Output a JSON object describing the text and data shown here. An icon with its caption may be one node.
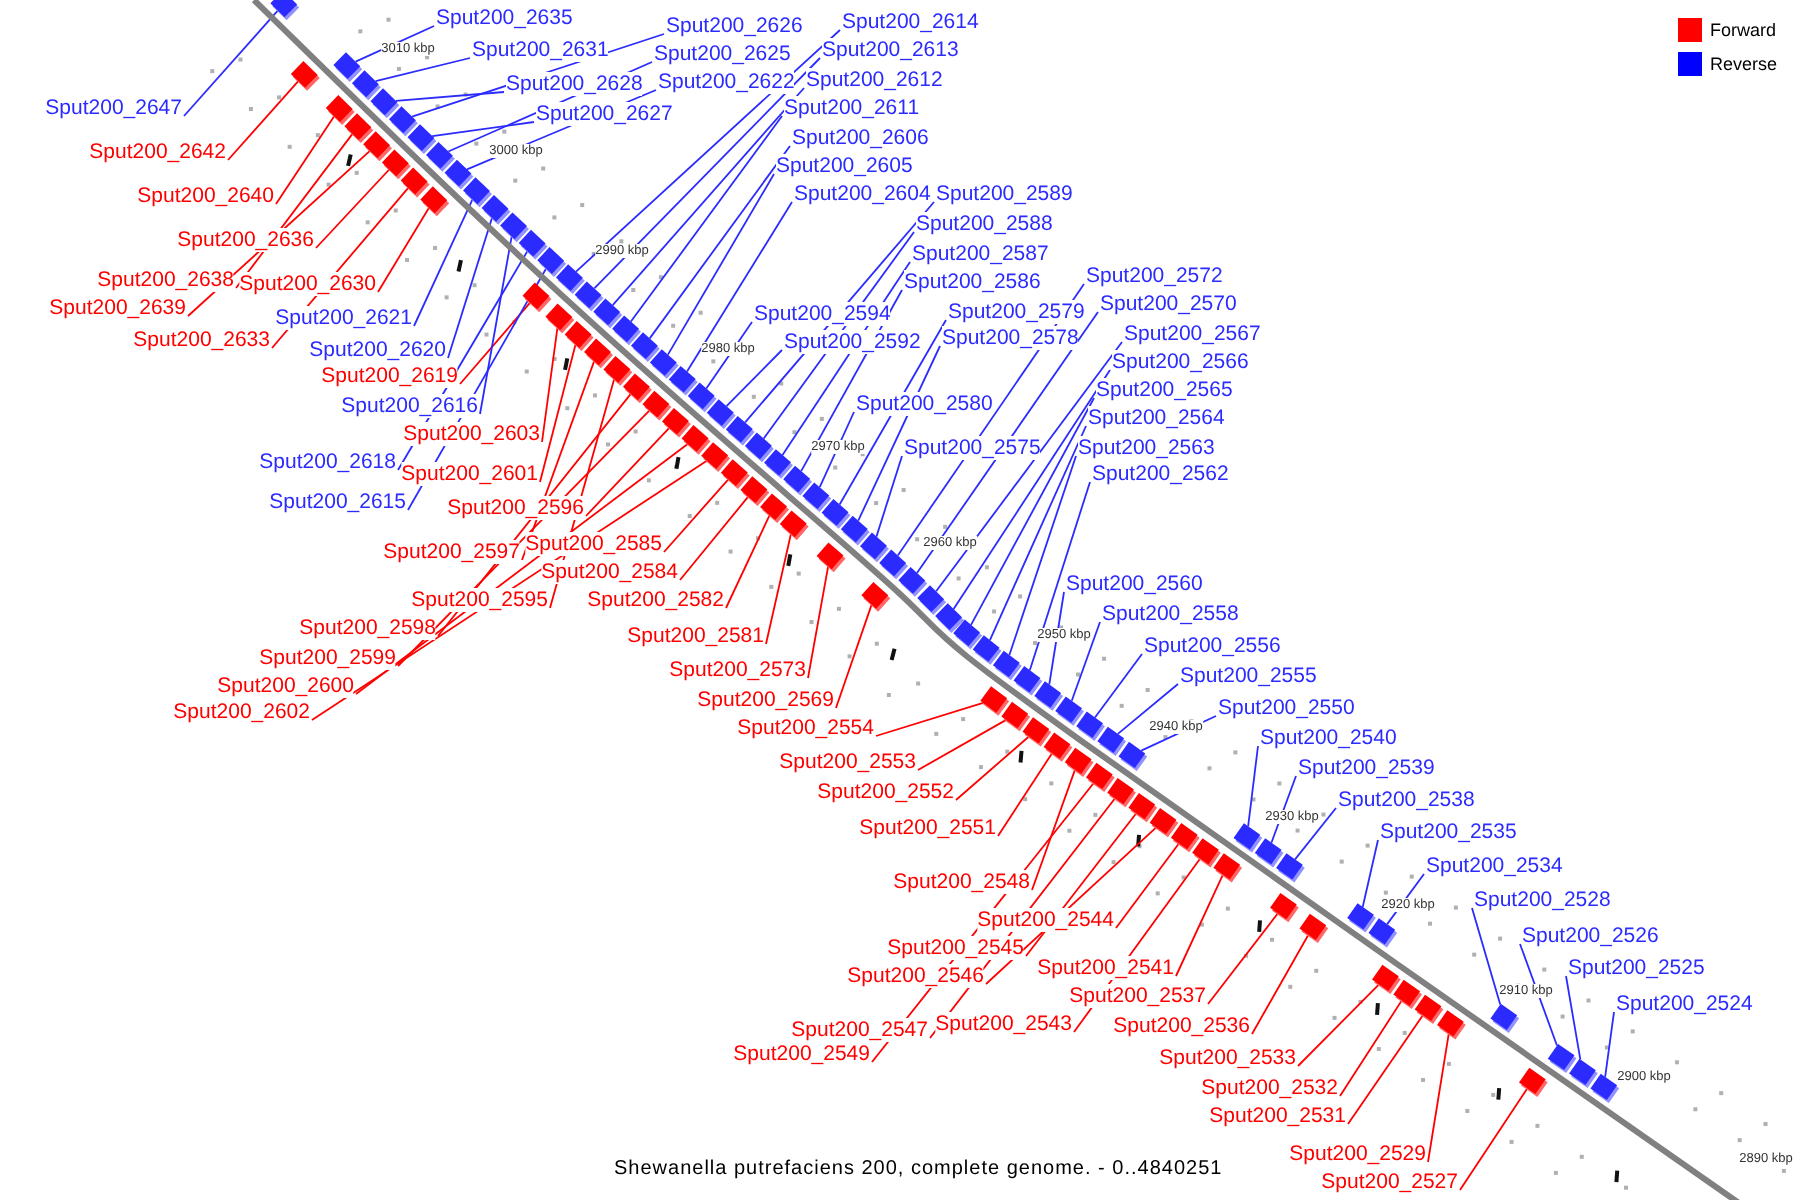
{
  "diagram": {
    "caption": "Shewanella putrefaciens 200, complete genome. - 0..4840251",
    "nodes": [
      {
        "text": [
          "Sput200_2647"
        ]
      },
      {
        "text": [
          "Sput200_2635"
        ]
      },
      {
        "text": [
          "Sput200_2631"
        ]
      },
      {
        "text": [
          "Sput200_2626"
        ]
      },
      {
        "text": [
          "Sput200_2614"
        ]
      },
      {
        "text": [
          "Sput200_2625"
        ]
      },
      {
        "text": [
          "Sput200_2613"
        ]
      },
      {
        "text": [
          "Sput200_2628"
        ]
      },
      {
        "text": [
          "Sput200_2622"
        ]
      },
      {
        "text": [
          "Sput200_2612"
        ]
      },
      {
        "text": [
          "Sput200_2611"
        ]
      },
      {
        "text": [
          "Sput200_2627"
        ]
      },
      {
        "text": [
          "Sput200_2606"
        ]
      },
      {
        "text": [
          "Sput200_2642"
        ]
      },
      {
        "text": [
          "Sput200_2605"
        ]
      },
      {
        "text": [
          "Sput200_2604"
        ]
      },
      {
        "text": [
          "Sput200_2589"
        ]
      },
      {
        "text": [
          "Sput200_2640"
        ]
      },
      {
        "text": [
          "Sput200_2588"
        ]
      },
      {
        "text": [
          "Sput200_2636"
        ]
      },
      {
        "text": [
          "Sput200_2587"
        ]
      },
      {
        "text": [
          "Sput200_2572"
        ]
      },
      {
        "text": [
          "Sput200_2638"
        ]
      },
      {
        "text": [
          "Sput200_2630"
        ]
      },
      {
        "text": [
          "Sput200_2586"
        ]
      },
      {
        "text": [
          "Sput200_2570"
        ]
      },
      {
        "text": [
          "Sput200_2639"
        ]
      },
      {
        "text": [
          "Sput200_2594"
        ]
      },
      {
        "text": [
          "Sput200_2579"
        ]
      },
      {
        "text": [
          "Sput200_2621"
        ]
      },
      {
        "text": [
          "Sput200_2567"
        ]
      },
      {
        "text": [
          "Sput200_2578"
        ]
      },
      {
        "text": [
          "Sput200_2633"
        ]
      },
      {
        "text": [
          "Sput200_2592"
        ]
      },
      {
        "text": [
          "Sput200_2620"
        ]
      },
      {
        "text": [
          "Sput200_2566"
        ]
      },
      {
        "text": [
          "Sput200_2619"
        ]
      },
      {
        "text": [
          "Sput200_2565"
        ]
      },
      {
        "text": [
          "Sput200_2580"
        ]
      },
      {
        "text": [
          "Sput200_2616"
        ]
      },
      {
        "text": [
          "Sput200_2564"
        ]
      },
      {
        "text": [
          "Sput200_2603"
        ]
      },
      {
        "text": [
          "Sput200_2563"
        ]
      },
      {
        "text": [
          "Sput200_2575"
        ]
      },
      {
        "text": [
          "Sput200_2618"
        ]
      },
      {
        "text": [
          "Sput200_2601"
        ]
      },
      {
        "text": [
          "Sput200_2562"
        ]
      },
      {
        "text": [
          "Sput200_2615"
        ]
      },
      {
        "text": [
          "Sput200_2596"
        ]
      },
      {
        "text": [
          "Sput200_2585"
        ]
      },
      {
        "text": [
          "Sput200_2597"
        ]
      },
      {
        "text": [
          "Sput200_2584"
        ]
      },
      {
        "text": [
          "Sput200_2560"
        ]
      },
      {
        "text": [
          "Sput200_2595"
        ]
      },
      {
        "text": [
          "Sput200_2582"
        ]
      },
      {
        "text": [
          "Sput200_2558"
        ]
      },
      {
        "text": [
          "Sput200_2598"
        ]
      },
      {
        "text": [
          "Sput200_2581"
        ]
      },
      {
        "text": [
          "Sput200_2556"
        ]
      },
      {
        "text": [
          "Sput200_2599"
        ]
      },
      {
        "text": [
          "Sput200_2573"
        ]
      },
      {
        "text": [
          "Sput200_2555"
        ]
      },
      {
        "text": [
          "Sput200_2600"
        ]
      },
      {
        "text": [
          "Sput200_2569"
        ]
      },
      {
        "text": [
          "Sput200_2550"
        ]
      },
      {
        "text": [
          "Sput200_2602"
        ]
      },
      {
        "text": [
          "Sput200_2554"
        ]
      },
      {
        "text": [
          "Sput200_2540"
        ]
      },
      {
        "text": [
          "Sput200_2553"
        ]
      },
      {
        "text": [
          "Sput200_2539"
        ]
      },
      {
        "text": [
          "Sput200_2552"
        ]
      },
      {
        "text": [
          "Sput200_2538"
        ]
      },
      {
        "text": [
          "Sput200_2551"
        ]
      },
      {
        "text": [
          "Sput200_2535"
        ]
      },
      {
        "text": [
          "Sput200_2534"
        ]
      },
      {
        "text": [
          "Sput200_2548"
        ]
      },
      {
        "text": [
          "Sput200_2528"
        ]
      },
      {
        "text": [
          "Sput200_2544"
        ]
      },
      {
        "text": [
          "Sput200_2526"
        ]
      },
      {
        "text": [
          "Sput200_2545"
        ]
      },
      {
        "text": [
          "Sput200_2541"
        ]
      },
      {
        "text": [
          "Sput200_2525"
        ]
      },
      {
        "text": [
          "Sput200_2546"
        ]
      },
      {
        "text": [
          "Sput200_2537"
        ]
      },
      {
        "text": [
          "Sput200_2524"
        ]
      },
      {
        "text": [
          "Sput200_2543"
        ]
      },
      {
        "text": [
          "Sput200_2536"
        ]
      },
      {
        "text": [
          "Sput200_2547"
        ]
      },
      {
        "text": [
          "Sput200_2549"
        ]
      },
      {
        "text": [
          "Sput200_2533"
        ]
      },
      {
        "text": [
          "Sput200_2532"
        ]
      },
      {
        "text": [
          "Sput200_2531"
        ]
      },
      {
        "text": [
          "Sput200_2529"
        ]
      },
      {
        "text": [
          "Sput200_2527"
        ]
      },
      {
        "text": [],
        "shape": "box"
      },
      {
        "text": [],
        "shape": "box"
      },
      {
        "text": [],
        "shape": "box"
      },
      {
        "text": [],
        "shape": "box"
      },
      {
        "text": [],
        "shape": "box"
      },
      {
        "text": [],
        "shape": "box"
      },
      {
        "text": [],
        "shape": "box"
      },
      {
        "text": [],
        "shape": "box"
      },
      {
        "text": [],
        "shape": "box"
      },
      {
        "text": [],
        "shape": "box"
      },
      {
        "text": [],
        "shape": "box"
      },
      {
        "text": [],
        "shape": "box"
      },
      {
        "text": [],
        "shape": "box"
      },
      {
        "text": [],
        "shape": "box"
      },
      {
        "text": [],
        "shape": "box"
      },
      {
        "text": [],
        "shape": "box"
      },
      {
        "text": [],
        "shape": "box"
      },
      {
        "text": [],
        "shape": "box"
      },
      {
        "text": [],
        "shape": "box"
      },
      {
        "text": [],
        "shape": "box"
      },
      {
        "text": [],
        "shape": "box"
      },
      {
        "text": [],
        "shape": "box"
      },
      {
        "text": [],
        "shape": "box"
      },
      {
        "text": [],
        "shape": "box"
      },
      {
        "text": [],
        "shape": "box"
      },
      {
        "text": [],
        "shape": "box"
      },
      {
        "text": [],
        "shape": "box"
      },
      {
        "text": [],
        "shape": "box"
      },
      {
        "text": [],
        "shape": "box"
      },
      {
        "text": [],
        "shape": "box"
      },
      {
        "text": [],
        "shape": "box"
      },
      {
        "text": [],
        "shape": "box"
      },
      {
        "text": [],
        "shape": "box"
      },
      {
        "text": [],
        "shape": "box"
      },
      {
        "text": [],
        "shape": "box"
      },
      {
        "text": [],
        "shape": "box"
      },
      {
        "text": [],
        "shape": "box"
      },
      {
        "text": [],
        "shape": "box"
      },
      {
        "text": [],
        "shape": "box"
      },
      {
        "text": [],
        "shape": "box"
      },
      {
        "text": [],
        "shape": "box"
      },
      {
        "text": [],
        "shape": "box"
      },
      {
        "text": [],
        "shape": "box"
      },
      {
        "text": [],
        "shape": "box"
      },
      {
        "text": [],
        "shape": "box"
      },
      {
        "text": [],
        "shape": "box"
      },
      {
        "text": [],
        "shape": "box"
      },
      {
        "text": [],
        "shape": "box"
      },
      {
        "text": [],
        "shape": "box"
      },
      {
        "text": [],
        "shape": "box"
      },
      {
        "text": [],
        "shape": "box"
      },
      {
        "text": [],
        "shape": "box"
      },
      {
        "text": [],
        "shape": "box"
      },
      {
        "text": [],
        "shape": "box"
      },
      {
        "text": [],
        "shape": "box"
      },
      {
        "text": [],
        "shape": "box"
      },
      {
        "text": [],
        "shape": "box"
      },
      {
        "text": [],
        "shape": "box"
      },
      {
        "text": [],
        "shape": "box"
      },
      {
        "text": [],
        "shape": "box"
      },
      {
        "text": [],
        "shape": "box"
      },
      {
        "text": [],
        "shape": "box"
      },
      {
        "text": [],
        "shape": "box"
      },
      {
        "text": [],
        "shape": "box"
      },
      {
        "text": [],
        "shape": "box"
      },
      {
        "text": [],
        "shape": "box"
      },
      {
        "text": [],
        "shape": "box"
      },
      {
        "text": [],
        "shape": "box"
      },
      {
        "text": [],
        "shape": "box"
      },
      {
        "text": [],
        "shape": "box"
      },
      {
        "text": [],
        "shape": "box"
      },
      {
        "text": [],
        "shape": "box"
      },
      {
        "text": [],
        "shape": "box"
      },
      {
        "text": [],
        "shape": "box"
      },
      {
        "text": [],
        "shape": "box"
      },
      {
        "text": [],
        "shape": "box"
      },
      {
        "text": [],
        "shape": "box"
      },
      {
        "text": [],
        "shape": "box"
      },
      {
        "text": [],
        "shape": "box"
      },
      {
        "text": [],
        "shape": "box"
      },
      {
        "text": [],
        "shape": "box"
      },
      {
        "text": [],
        "shape": "box"
      },
      {
        "text": [],
        "shape": "box"
      },
      {
        "text": [],
        "shape": "box"
      },
      {
        "text": [],
        "shape": "box"
      },
      {
        "text": [],
        "shape": "box"
      },
      {
        "text": [],
        "shape": "box"
      },
      {
        "text": [],
        "shape": "box"
      },
      {
        "text": [],
        "shape": "box"
      },
      {
        "text": [],
        "shape": "box"
      },
      {
        "text": [],
        "shape": "box"
      },
      {
        "text": [],
        "shape": "box"
      },
      {
        "text": [],
        "shape": "box"
      },
      {
        "text": [],
        "shape": "box"
      }
    ],
    "edges": [
      {
        "from": 0,
        "to": 94,
        "arrow": "none"
      },
      {
        "from": 1,
        "to": 95,
        "arrow": "none"
      },
      {
        "from": 2,
        "to": 96,
        "arrow": "none"
      },
      {
        "from": 3,
        "to": 97,
        "arrow": "none"
      },
      {
        "from": 4,
        "to": 98,
        "arrow": "none"
      },
      {
        "from": 5,
        "to": 99,
        "arrow": "none"
      },
      {
        "from": 6,
        "to": 100,
        "arrow": "none"
      },
      {
        "from": 7,
        "to": 101,
        "arrow": "none"
      },
      {
        "from": 8,
        "to": 102,
        "arrow": "none"
      },
      {
        "from": 9,
        "to": 103,
        "arrow": "none"
      },
      {
        "from": 10,
        "to": 104,
        "arrow": "none"
      },
      {
        "from": 11,
        "to": 105,
        "arrow": "none"
      },
      {
        "from": 12,
        "to": 106,
        "arrow": "none"
      },
      {
        "from": 13,
        "to": 107,
        "arrow": "none",
        "color": "#ff0000"
      },
      {
        "from": 14,
        "to": 108,
        "arrow": "none"
      },
      {
        "from": 15,
        "to": 109,
        "arrow": "none"
      },
      {
        "from": 16,
        "to": 110,
        "arrow": "none"
      },
      {
        "from": 17,
        "to": 111,
        "arrow": "none",
        "color": "#ff0000"
      },
      {
        "from": 18,
        "to": 112,
        "arrow": "none"
      },
      {
        "from": 19,
        "to": 113,
        "arrow": "none",
        "color": "#ff0000"
      },
      {
        "from": 20,
        "to": 114,
        "arrow": "none"
      },
      {
        "from": 21,
        "to": 115,
        "arrow": "none"
      },
      {
        "from": 22,
        "to": 116,
        "arrow": "none",
        "color": "#ff0000"
      },
      {
        "from": 23,
        "to": 117,
        "arrow": "none",
        "color": "#ff0000"
      },
      {
        "from": 24,
        "to": 118,
        "arrow": "none"
      },
      {
        "from": 25,
        "to": 119,
        "arrow": "none"
      },
      {
        "from": 26,
        "to": 120,
        "arrow": "none",
        "color": "#ff0000"
      },
      {
        "from": 27,
        "to": 121,
        "arrow": "none"
      },
      {
        "from": 28,
        "to": 122,
        "arrow": "none"
      },
      {
        "from": 29,
        "to": 123,
        "arrow": "none"
      },
      {
        "from": 30,
        "to": 124,
        "arrow": "none"
      },
      {
        "from": 31,
        "to": 125,
        "arrow": "none"
      },
      {
        "from": 32,
        "to": 126,
        "arrow": "none",
        "color": "#ff0000"
      },
      {
        "from": 33,
        "to": 127,
        "arrow": "none"
      },
      {
        "from": 34,
        "to": 128,
        "arrow": "none"
      },
      {
        "from": 35,
        "to": 129,
        "arrow": "none"
      },
      {
        "from": 36,
        "to": 130,
        "arrow": "none",
        "color": "#ff0000"
      },
      {
        "from": 37,
        "to": 131,
        "arrow": "none"
      },
      {
        "from": 38,
        "to": 132,
        "arrow": "none"
      },
      {
        "from": 39,
        "to": 133,
        "arrow": "none"
      },
      {
        "from": 40,
        "to": 134,
        "arrow": "none"
      },
      {
        "from": 41,
        "to": 135,
        "arrow": "none",
        "color": "#ff0000"
      },
      {
        "from": 42,
        "to": 136,
        "arrow": "none"
      },
      {
        "from": 43,
        "to": 137,
        "arrow": "none"
      },
      {
        "from": 44,
        "to": 138,
        "arrow": "none"
      },
      {
        "from": 45,
        "to": 139,
        "arrow": "none",
        "color": "#ff0000"
      },
      {
        "from": 46,
        "to": 140,
        "arrow": "none"
      },
      {
        "from": 47,
        "to": 141,
        "arrow": "none"
      },
      {
        "from": 48,
        "to": 142,
        "arrow": "none",
        "color": "#ff0000"
      },
      {
        "from": 49,
        "to": 143,
        "arrow": "none",
        "color": "#ff0000"
      },
      {
        "from": 50,
        "to": 144,
        "arrow": "none",
        "color": "#ff0000"
      },
      {
        "from": 51,
        "to": 145,
        "arrow": "none",
        "color": "#ff0000"
      },
      {
        "from": 52,
        "to": 146,
        "arrow": "none"
      },
      {
        "from": 53,
        "to": 147,
        "arrow": "none",
        "color": "#ff0000"
      },
      {
        "from": 54,
        "to": 148,
        "arrow": "none",
        "color": "#ff0000"
      },
      {
        "from": 55,
        "to": 149,
        "arrow": "none"
      },
      {
        "from": 56,
        "to": 150,
        "arrow": "none",
        "color": "#ff0000"
      },
      {
        "from": 57,
        "to": 151,
        "arrow": "none",
        "color": "#ff0000"
      },
      {
        "from": 58,
        "to": 152,
        "arrow": "none"
      },
      {
        "from": 59,
        "to": 153,
        "arrow": "none",
        "color": "#ff0000"
      },
      {
        "from": 60,
        "to": 154,
        "arrow": "none",
        "color": "#ff0000"
      },
      {
        "from": 61,
        "to": 155,
        "arrow": "none"
      },
      {
        "from": 62,
        "to": 156,
        "arrow": "none",
        "color": "#ff0000"
      },
      {
        "from": 63,
        "to": 157,
        "arrow": "none",
        "color": "#ff0000"
      },
      {
        "from": 64,
        "to": 158,
        "arrow": "none"
      },
      {
        "from": 65,
        "to": 159,
        "arrow": "none",
        "color": "#ff0000"
      },
      {
        "from": 66,
        "to": 160,
        "arrow": "none",
        "color": "#ff0000"
      },
      {
        "from": 67,
        "to": 161,
        "arrow": "none"
      },
      {
        "from": 68,
        "to": 162,
        "arrow": "none",
        "color": "#ff0000"
      },
      {
        "from": 69,
        "to": 163,
        "arrow": "none"
      },
      {
        "from": 70,
        "to": 164,
        "arrow": "none",
        "color": "#ff0000"
      },
      {
        "from": 71,
        "to": 165,
        "arrow": "none"
      },
      {
        "from": 72,
        "to": 166,
        "arrow": "none",
        "color": "#ff0000"
      },
      {
        "from": 73,
        "to": 167,
        "arrow": "none"
      },
      {
        "from": 74,
        "to": 168,
        "arrow": "none"
      },
      {
        "from": 75,
        "to": 169,
        "arrow": "none",
        "color": "#ff0000"
      },
      {
        "from": 76,
        "to": 170,
        "arrow": "none"
      },
      {
        "from": 77,
        "to": 171,
        "arrow": "none",
        "color": "#ff0000"
      },
      {
        "from": 78,
        "to": 172,
        "arrow": "none"
      },
      {
        "from": 79,
        "to": 173,
        "arrow": "none",
        "color": "#ff0000"
      },
      {
        "from": 80,
        "to": 174,
        "arrow": "none",
        "color": "#ff0000"
      },
      {
        "from": 81,
        "to": 175,
        "arrow": "none"
      },
      {
        "from": 82,
        "to": 176,
        "arrow": "none",
        "color": "#ff0000"
      },
      {
        "from": 83,
        "to": 177,
        "arrow": "none",
        "color": "#ff0000"
      },
      {
        "from": 84,
        "to": 178,
        "arrow": "none"
      },
      {
        "from": 85,
        "to": 179,
        "arrow": "none",
        "color": "#ff0000"
      },
      {
        "from": 86,
        "to": 180,
        "arrow": "none",
        "color": "#ff0000"
      },
      {
        "from": 87,
        "to": 181,
        "arrow": "none",
        "color": "#ff0000"
      },
      {
        "from": 88,
        "to": 182,
        "arrow": "none",
        "color": "#ff0000"
      },
      {
        "from": 89,
        "to": 183,
        "arrow": "none",
        "color": "#ff0000"
      },
      {
        "from": 90,
        "to": 184,
        "arrow": "none",
        "color": "#ff0000"
      },
      {
        "from": 91,
        "to": 185,
        "arrow": "none",
        "color": "#ff0000"
      },
      {
        "from": 92,
        "to": 186,
        "arrow": "none",
        "color": "#ff0000"
      },
      {
        "from": 93,
        "to": 187,
        "arrow": "none",
        "color": "#ff0000"
      }
    ],
    "labels": [
      "3010 kbp",
      "3000 kbp",
      "2990 kbp",
      "2980 kbp",
      "2970 kbp",
      "2960 kbp",
      "2950 kbp",
      "2940 kbp",
      "2930 kbp",
      "2920 kbp",
      "2910 kbp",
      "2900 kbp",
      "2890 kbp"
    ],
    "legend": [
      {
        "text": "Forward",
        "color": "#ff0000"
      },
      {
        "text": "Reverse",
        "color": "#0000ff"
      }
    ]
  }
}
